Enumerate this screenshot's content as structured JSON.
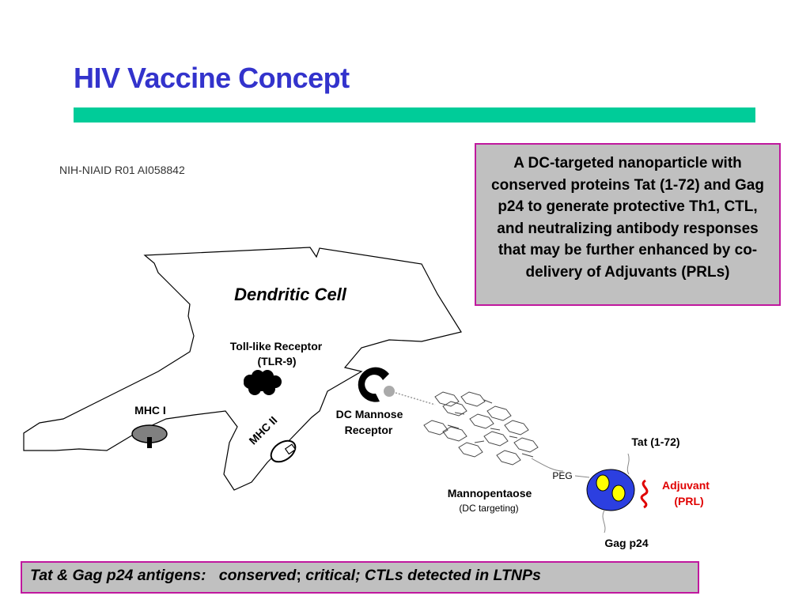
{
  "title": "HIV Vaccine Concept",
  "colors": {
    "title": "#3333cc",
    "title_bar": "#00cc99",
    "box_border": "#c0189e",
    "box_fill": "#c0c0c0",
    "particle": "#2c3fe0",
    "antigen": "#ffff00",
    "adjuvant": "#e00000"
  },
  "grant": "NIH-NIAID R01 AI058842",
  "concept_box": "A DC-targeted nanoparticle with conserved proteins Tat (1-72) and Gag p24 to generate protective Th1, CTL, and neutralizing antibody responses that may be further enhanced by co-delivery of Adjuvants (PRLs)",
  "diagram": {
    "cell_label": "Dendritic Cell",
    "tlr_line1": "Toll-like Receptor",
    "tlr_line2": "(TLR-9)",
    "mhc1": "MHC I",
    "mhc2": "MHC II",
    "receptor_line1": "DC Mannose",
    "receptor_line2": "Receptor",
    "tat": "Tat (1-72)",
    "peg": "PEG",
    "adjuvant_line1": "Adjuvant",
    "adjuvant_line2": "(PRL)",
    "mannopentaose": "Mannopentaose",
    "mannopentaose_sub": "(DC targeting)",
    "gag": "Gag p24"
  },
  "footer": {
    "lead": "Tat & Gag p24 antigens:",
    "word1": "conserved",
    "sep": ";",
    "rest": " critical; CTLs detected in LTNPs"
  }
}
